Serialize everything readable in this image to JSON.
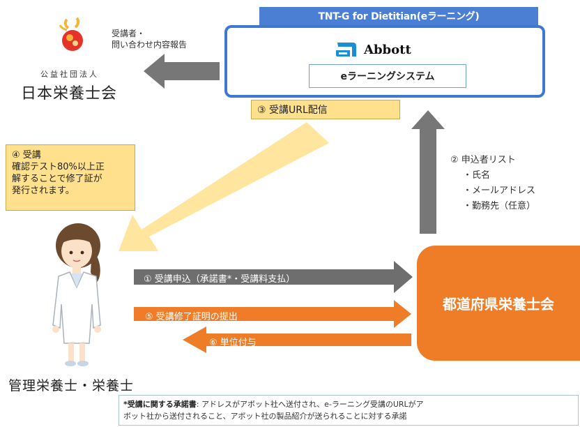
{
  "banner": "TNT-G for Dietitian(eラーニング)",
  "abbott": {
    "name": "Abbott",
    "system": "eラーニングシステム"
  },
  "association": {
    "sub": "公益社団法人",
    "name": "日本栄養士会"
  },
  "report_label": [
    "受講者・",
    "問い合わせ内容報告"
  ],
  "steps": {
    "url": "③ 受講URL配信",
    "attend_title": "④ 受講",
    "attend_lines": [
      "確認テスト80%以上正",
      "解することで修了証が",
      "発行されます。"
    ],
    "applicant_title": "② 申込者リスト",
    "applicant_items": [
      "・氏名",
      "・メールアドレス",
      "・勤務先（任意）"
    ],
    "apply": "① 受講申込（承諾書*・受講料支払）",
    "submit": "⑤ 受講修了証明の提出",
    "credit": "⑥ 単位付与"
  },
  "organization": "都道府県栄養士会",
  "person_caption": "管理栄養士・栄養士",
  "footnote": {
    "label": "*受講に関する承諾書",
    "text_line1": ": アドレスがアボット社へ送付され、e-ラーニング受講のURLがア",
    "text_line2": "ボット社から送付されること、アボット社の製品紹介が送られることに対する承諾"
  },
  "colors": {
    "blue": "#3f78d0",
    "yellow": "#ffe08c",
    "orange": "#ef7d27",
    "gray_arrow": "#777777"
  }
}
